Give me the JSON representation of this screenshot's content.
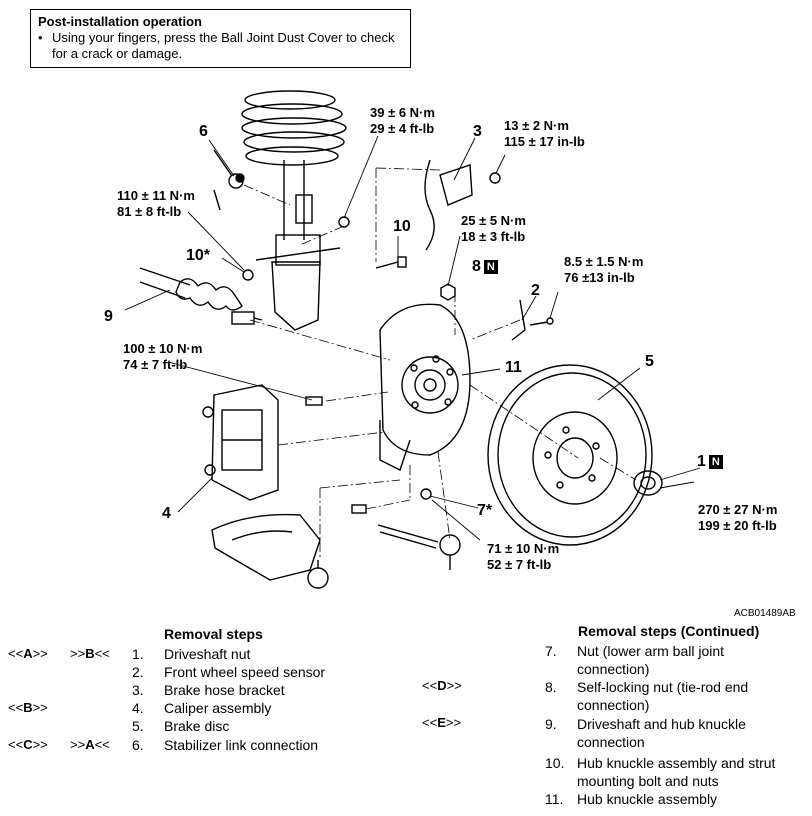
{
  "note": {
    "title": "Post-installation operation",
    "bullet": "Using your fingers, press the Ball Joint Dust Cover to check for a crack or damage."
  },
  "figure_code": "ACB01489AB",
  "callouts": {
    "c1": "1",
    "c2": "2",
    "c3": "3",
    "c4": "4",
    "c5": "5",
    "c6": "6",
    "c7": "7*",
    "c8": "8",
    "c9": "9",
    "c10": "10",
    "c10s": "10*",
    "c11": "11",
    "n_badge": "N"
  },
  "torques": {
    "t39_a": "39 ± 6 N·m",
    "t39_b": "29 ± 4 ft-lb",
    "t13_a": "13 ± 2 N·m",
    "t13_b": "115 ± 17 in-lb",
    "t110_a": "110 ± 11 N·m",
    "t110_b": "81 ± 8 ft-lb",
    "t25_a": "25 ± 5 N·m",
    "t25_b": "18 ± 3 ft-lb",
    "t85_a": "8.5 ± 1.5 N·m",
    "t85_b": "76 ±13 in-lb",
    "t100_a": "100 ± 10 N·m",
    "t100_b": "74 ± 7 ft-lb",
    "t270_a": "270 ± 27 N·m",
    "t270_b": "199 ± 20 ft-lb",
    "t71_a": "71 ± 10 N·m",
    "t71_b": "52 ± 7 ft-lb"
  },
  "removal": {
    "title": "Removal steps",
    "steps": [
      {
        "no": "1.",
        "text": "Driveshaft nut"
      },
      {
        "no": "2.",
        "text": "Front wheel speed sensor"
      },
      {
        "no": "3.",
        "text": "Brake hose bracket"
      },
      {
        "no": "4.",
        "text": "Caliper assembly"
      },
      {
        "no": "5.",
        "text": "Brake disc"
      },
      {
        "no": "6.",
        "text": "Stabilizer link connection"
      }
    ],
    "tags": {
      "s1_left_a": "<<",
      "s1_left_b": "A",
      "s1_left_c": ">>",
      "s1_right_a": ">>",
      "s1_right_b": "B",
      "s1_right_c": "<<",
      "s4_a": "<<",
      "s4_b": "B",
      "s4_c": ">>",
      "s6_left_a": "<<",
      "s6_left_b": "C",
      "s6_left_c": ">>",
      "s6_right_a": ">>",
      "s6_right_b": "A",
      "s6_right_c": "<<"
    }
  },
  "removal_cont": {
    "title": "Removal steps (Continued)",
    "steps": [
      {
        "no": "7.",
        "l1": "Nut (lower arm ball joint",
        "l2": "connection)"
      },
      {
        "no": "8.",
        "l1": "Self-locking nut (tie-rod end",
        "l2": "connection)"
      },
      {
        "no": "9.",
        "l1": "Driveshaft and hub knuckle",
        "l2": "connection"
      },
      {
        "no": "10.",
        "l1": "Hub knuckle assembly and strut",
        "l2": "mounting bolt and nuts"
      },
      {
        "no": "11.",
        "l1": "Hub knuckle assembly",
        "l2": ""
      }
    ],
    "tags": {
      "s8_a": "<<",
      "s8_b": "D",
      "s8_c": ">>",
      "s9_a": "<<",
      "s9_b": "E",
      "s9_c": ">>"
    }
  }
}
